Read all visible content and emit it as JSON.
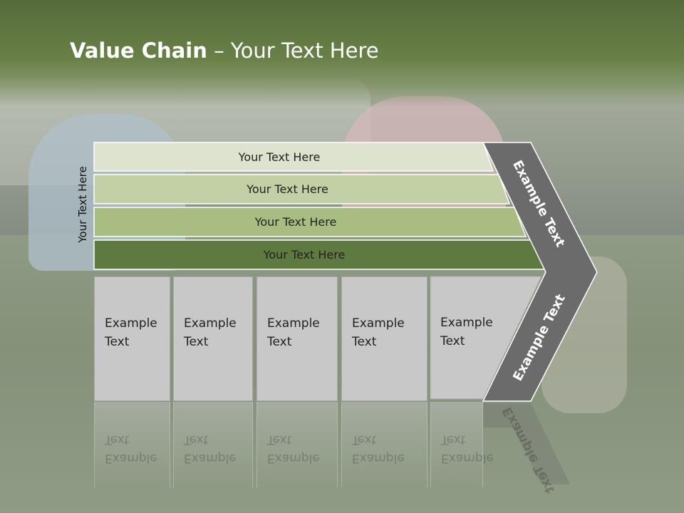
{
  "slide": {
    "title_bold": "Value Chain",
    "title_rest": " – Your Text Here",
    "side_label": "Your Text Here",
    "bars": [
      {
        "label": "Your Text Here",
        "color": "#dde3cf"
      },
      {
        "label": "Your Text Here",
        "color": "#c3d0a6"
      },
      {
        "label": "Your Text Here",
        "color": "#a9bd83"
      },
      {
        "label": "Your Text Here",
        "color": "#5f7a40"
      }
    ],
    "columns": [
      {
        "line1": "Example",
        "line2": "Text"
      },
      {
        "line1": "Example",
        "line2": "Text"
      },
      {
        "line1": "Example",
        "line2": "Text"
      },
      {
        "line1": "Example",
        "line2": "Text"
      },
      {
        "line1": "Example",
        "line2": "Text"
      }
    ],
    "chevron_upper": "Example Text",
    "chevron_lower": "Example Text",
    "colors": {
      "title_band": "#5e7540",
      "chevron": "#6b6b6b",
      "column_fill": "#c8c8c8"
    }
  }
}
